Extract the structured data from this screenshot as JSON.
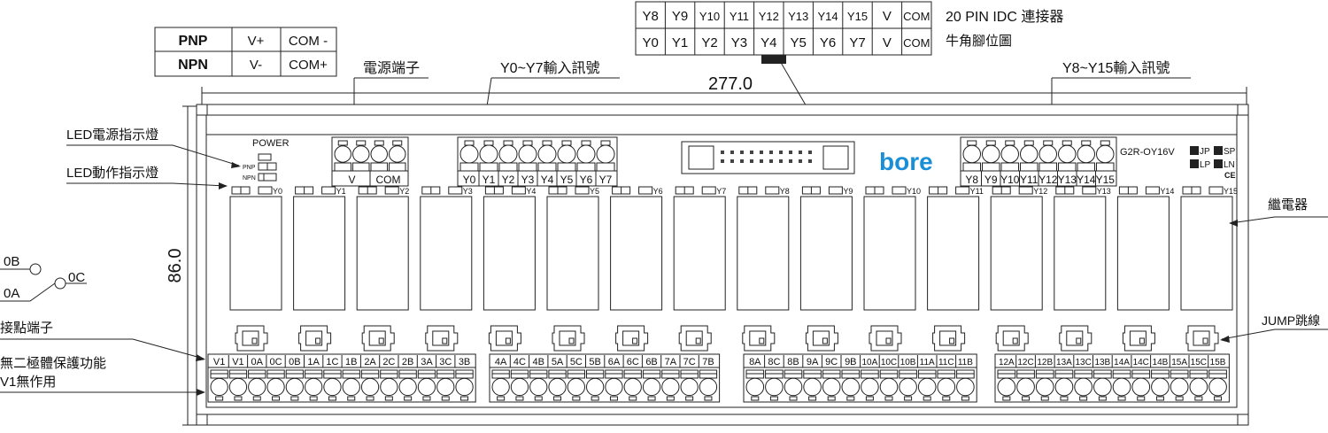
{
  "pnp_npn_table": {
    "rows": [
      [
        "PNP",
        "V+",
        "COM -"
      ],
      [
        "NPN",
        "V-",
        "COM+"
      ]
    ]
  },
  "idc_table": {
    "rows": [
      [
        "Y8",
        "Y9",
        "Y10",
        "Y11",
        "Y12",
        "Y13",
        "Y14",
        "Y15",
        "V",
        "COM"
      ],
      [
        "Y0",
        "Y1",
        "Y2",
        "Y3",
        "Y4",
        "Y5",
        "Y6",
        "Y7",
        "V",
        "COM"
      ]
    ],
    "title": "20 PIN IDC 連接器",
    "subtitle": "牛角腳位圖"
  },
  "dimensions": {
    "width": "277.0",
    "height": "86.0"
  },
  "callouts": {
    "power_terminal": "電源端子",
    "y0_y7_input": "Y0~Y7輸入訊號",
    "y8_y15_input": "Y8~Y15輸入訊號",
    "led_power": "LED電源指示燈",
    "led_action": "LED動作指示燈",
    "relay": "繼電器",
    "jump": "JUMP跳線",
    "contact_terminal": "接點端子",
    "no_diode_1": "無二極體保護功能",
    "no_diode_2": "V1無作用"
  },
  "contact_schematic": {
    "nc": "0B",
    "com": "0C",
    "no": "0A"
  },
  "board": {
    "power_label": "POWER",
    "pnp": "PNP",
    "npn": "NPN",
    "brand": "bore",
    "model": "G2R-OY16V",
    "jumpers": [
      "JP",
      "SP",
      "LP",
      "LN"
    ],
    "ce_mark": "CE",
    "brand_color": "#1a8fd8",
    "power_terminals": [
      "V",
      "COM"
    ],
    "input_terminals_a": [
      "Y0",
      "Y1",
      "Y2",
      "Y3",
      "Y4",
      "Y5",
      "Y6",
      "Y7"
    ],
    "input_terminals_b": [
      "Y8",
      "Y9",
      "Y10",
      "Y11",
      "Y12",
      "Y13",
      "Y14",
      "Y15"
    ],
    "led_labels": [
      "Y0",
      "Y1",
      "Y2",
      "Y3",
      "Y4",
      "Y5",
      "Y6",
      "Y7",
      "Y8",
      "Y9",
      "Y10",
      "Y11",
      "Y12",
      "Y13",
      "Y14",
      "Y15"
    ],
    "output_blocks": [
      [
        "V1",
        "V1",
        "0A",
        "0C",
        "0B",
        "1A",
        "1C",
        "1B",
        "2A",
        "2C",
        "2B",
        "3A",
        "3C",
        "3B"
      ],
      [
        "4A",
        "4C",
        "4B",
        "5A",
        "5C",
        "5B",
        "6A",
        "6C",
        "6B",
        "7A",
        "7C",
        "7B"
      ],
      [
        "8A",
        "8C",
        "8B",
        "9A",
        "9C",
        "9B",
        "10A",
        "10C",
        "10B",
        "11A",
        "11C",
        "11B"
      ],
      [
        "12A",
        "12C",
        "12B",
        "13A",
        "13C",
        "13B",
        "14A",
        "14C",
        "14B",
        "15A",
        "15C",
        "15B"
      ]
    ]
  }
}
